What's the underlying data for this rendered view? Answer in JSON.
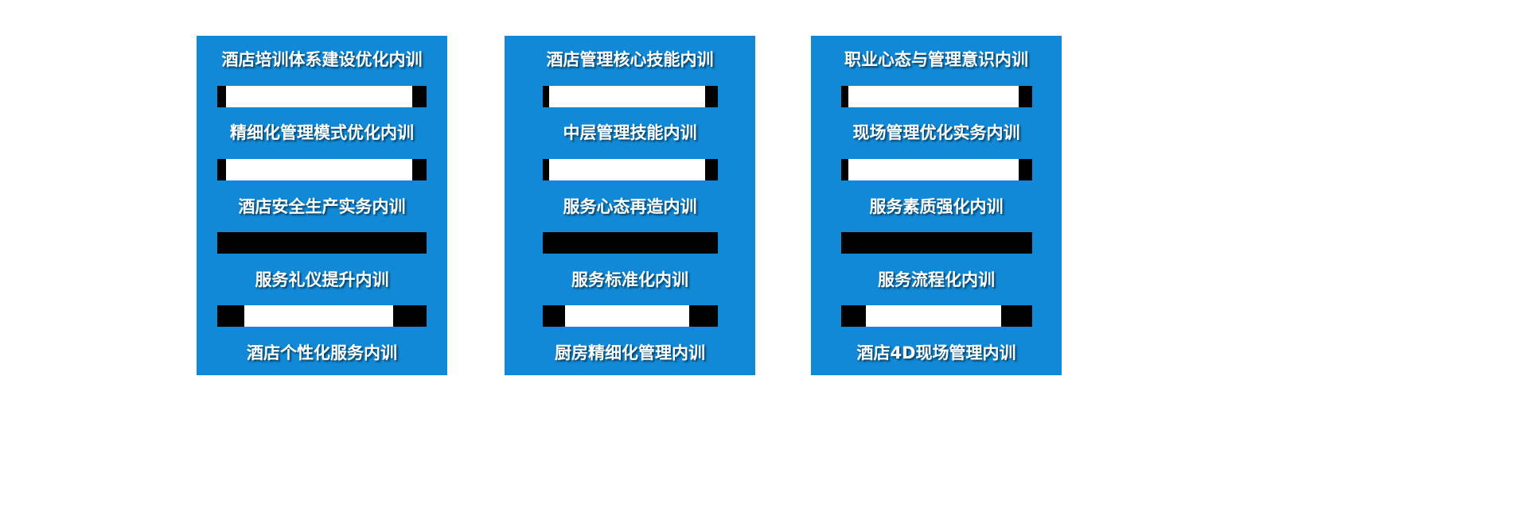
{
  "page": {
    "background_color": "#ffffff"
  },
  "colors": {
    "panel_blue": "#1189d6",
    "bar_black": "#000000",
    "bar_white": "#ffffff",
    "text_white": "#ffffff"
  },
  "bar_styles": [
    "thin-ends",
    "thin-ends",
    "solid-black",
    "thick-ends"
  ],
  "panels": [
    {
      "items": [
        "酒店培训体系建设优化内训",
        "精细化管理模式优化内训",
        "酒店安全生产实务内训",
        "服务礼仪提升内训",
        "酒店个性化服务内训"
      ]
    },
    {
      "items": [
        "酒店管理核心技能内训",
        "中层管理技能内训",
        "服务心态再造内训",
        "服务标准化内训",
        "厨房精细化管理内训"
      ]
    },
    {
      "items": [
        "职业心态与管理意识内训",
        "现场管理优化实务内训",
        "服务素质强化内训",
        "服务流程化内训",
        "酒店4D现场管理内训"
      ]
    }
  ]
}
